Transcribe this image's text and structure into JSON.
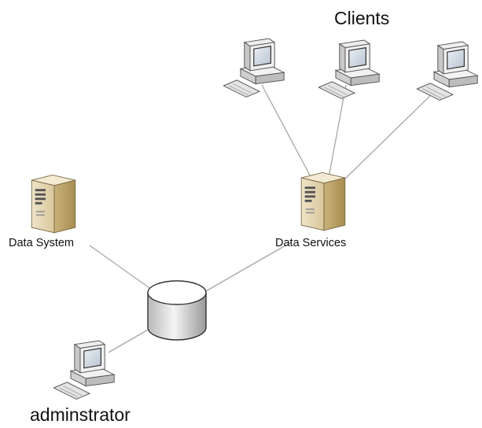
{
  "diagram": {
    "labels": {
      "clients": "Clients",
      "data_system": "Data System",
      "data_services": "Data Services",
      "administrator": "adminstrator"
    }
  }
}
